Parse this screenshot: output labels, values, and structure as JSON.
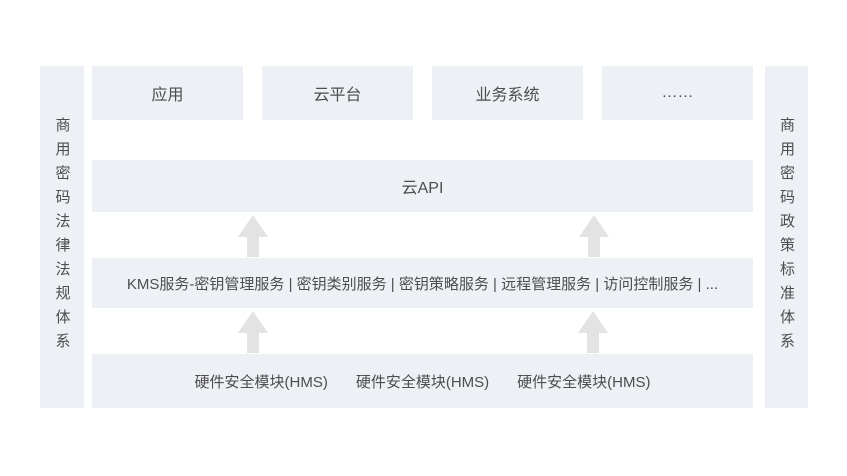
{
  "left_bar": {
    "label": "商用密码法律法规体系"
  },
  "right_bar": {
    "label": "商用密码政策标准体系"
  },
  "top_row": {
    "items": [
      {
        "label": "应用"
      },
      {
        "label": "云平台"
      },
      {
        "label": "业务系统"
      },
      {
        "label": "……"
      }
    ]
  },
  "api_row": {
    "label": "云API"
  },
  "kms_row": {
    "label": "KMS服务-密钥管理服务 | 密钥类别服务 | 密钥策略服务 | 远程管理服务 | 访问控制服务 | ..."
  },
  "hms_row": {
    "items": [
      {
        "label": "硬件安全模块(HMS)"
      },
      {
        "label": "硬件安全模块(HMS)"
      },
      {
        "label": "硬件安全模块(HMS)"
      }
    ]
  },
  "colors": {
    "box_bg": "#edf0f5",
    "text": "#4d4d4d",
    "arrow": "#e3e3e3",
    "background": "#ffffff"
  }
}
